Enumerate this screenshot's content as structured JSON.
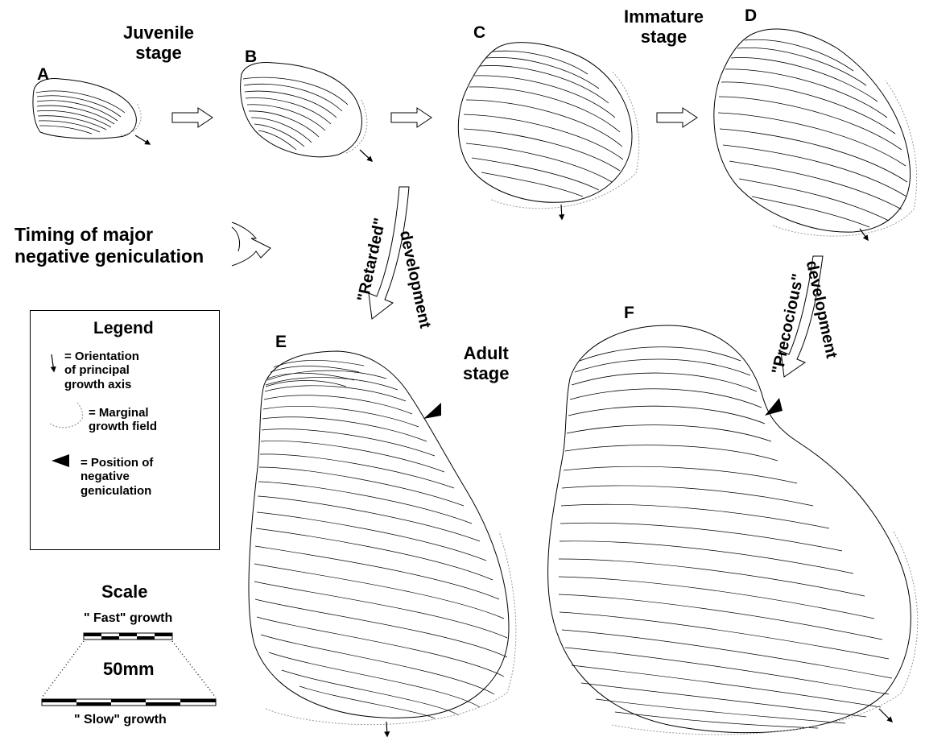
{
  "stages": {
    "juvenile": "Juvenile\nstage",
    "immature": "Immature\nstage",
    "adult": "Adult\nstage"
  },
  "shell_labels": {
    "a": "A",
    "b": "B",
    "c": "C",
    "d": "D",
    "e": "E",
    "f": "F"
  },
  "timing_label": "Timing of major\nnegative geniculation",
  "development": {
    "retarded": "\"Retarded\"",
    "retarded_dev": "development",
    "precocious": "\"Precocious\"",
    "precocious_dev": "development"
  },
  "legend": {
    "title": "Legend",
    "items": [
      "= Orientation\nof principal\ngrowth axis",
      "= Marginal\ngrowth field",
      "= Position of\nnegative\ngeniculation"
    ]
  },
  "scale": {
    "title": "Scale",
    "fast": "\" Fast\" growth",
    "mm": "50mm",
    "slow": "\" Slow\" growth"
  }
}
